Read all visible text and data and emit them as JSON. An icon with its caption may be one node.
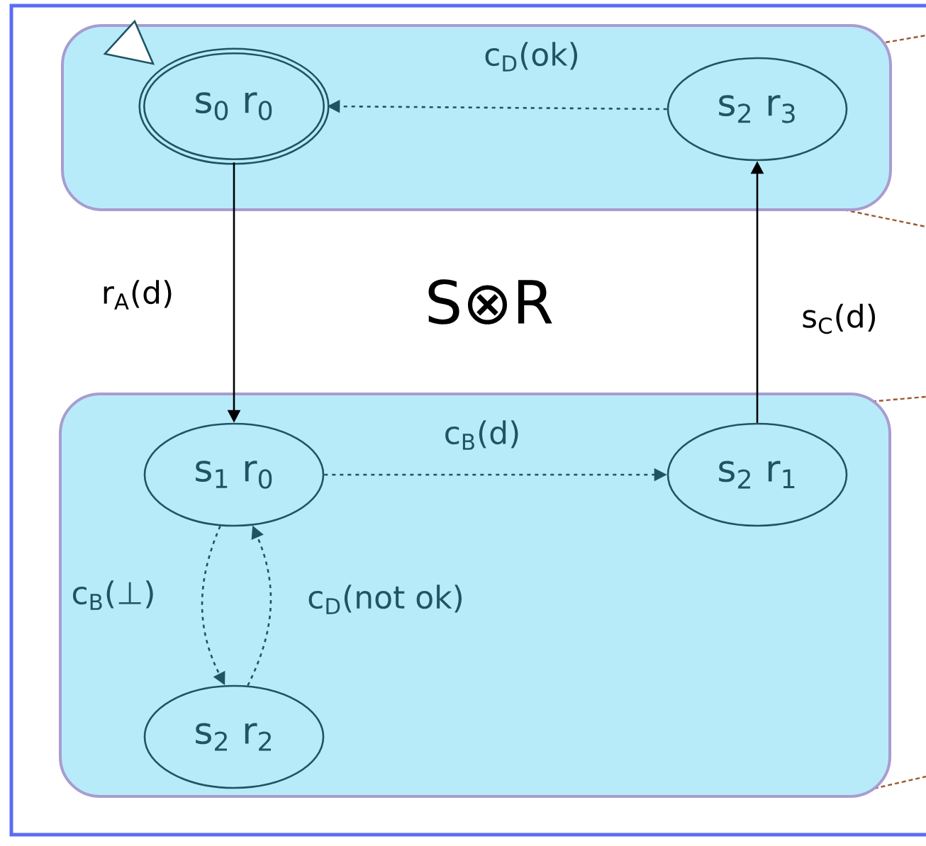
{
  "diagram": {
    "nodes": [
      {
        "text": [],
        "shape": "box"
      },
      {
        "text": [
          "s$_{0}$ r$_{0}$"
        ],
        "in": 0
      },
      {
        "text": [
          "s$_{2}$ r$_{3}$"
        ],
        "in": 0
      },
      {
        "text": [],
        "shape": "box"
      },
      {
        "text": [
          "s$_{1}$ r$_{0}$"
        ],
        "in": 3
      },
      {
        "text": [
          "s$_{2}$ r$_{1}$"
        ],
        "in": 3
      },
      {
        "text": [
          "s$_{2}$ r$_{2}$"
        ],
        "in": 3
      }
    ],
    "edges": [
      {
        "from": 2,
        "to": 1,
        "arrow": "to",
        "style": "dashed",
        "label": "c$_{D}$(ok)"
      },
      {
        "from": 1,
        "to": 4,
        "arrow": "to",
        "color": "#000000",
        "label": "r$_{A}$(d)"
      },
      {
        "from": 5,
        "to": 2,
        "arrow": "to",
        "color": "#000000",
        "label": "s$_{C}$(d)"
      },
      {
        "from": 4,
        "to": 5,
        "arrow": "to",
        "style": "dashed",
        "label": "c$_{B}$(d)"
      },
      {
        "from": 4,
        "to": 6,
        "arrow": "to",
        "style": "dashed",
        "label": "c$_{B}$(⊥)"
      },
      {
        "from": 6,
        "to": 4,
        "arrow": "to",
        "style": "dashed",
        "label": "c$_{D}$(not ok)"
      }
    ],
    "labels": [
      "S⊗R"
    ]
  }
}
